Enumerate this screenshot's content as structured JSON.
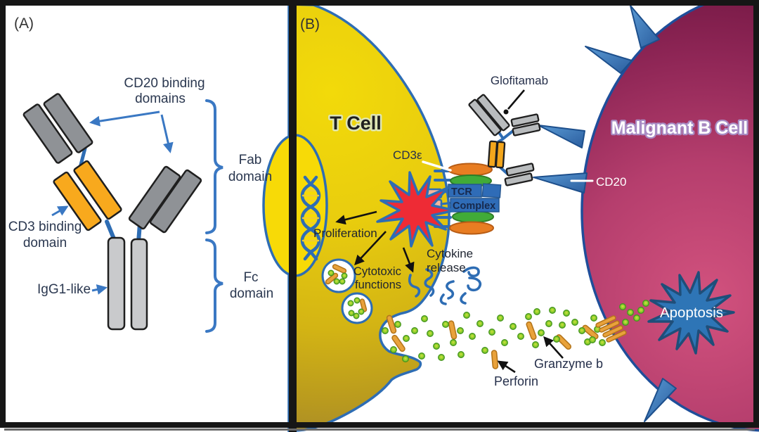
{
  "panel_a": {
    "tag": "(A)",
    "cd20_binding_1": "CD20 binding",
    "cd20_binding_2": "domains",
    "cd3_binding_1": "CD3 binding",
    "cd3_binding_2": "domain",
    "igg1": "IgG1-like",
    "fab_1": "Fab",
    "fab_2": "domain",
    "fc_1": "Fc",
    "fc_2": "domain"
  },
  "panel_b": {
    "tag": "(B)",
    "t_cell": "T Cell",
    "malignant_b_cell": "Malignant B Cell",
    "glofitamab": "Glofitamab",
    "cd3e": "CD3ε",
    "tcr_1": "TCR",
    "tcr_2": "Complex",
    "cd20": "CD20",
    "proliferation": "Proliferation",
    "cytotoxic_1": "Cytotoxic",
    "cytotoxic_2": "functions",
    "cytokine_1": "Cytokine",
    "cytokine_2": "release",
    "perforin": "Perforin",
    "granzyme_b": "Granzyme b",
    "apoptosis": "Apoptosis"
  },
  "colors": {
    "membrane_blue": "#2e6db4",
    "t_cell_yellow": "#e9cd0e",
    "nucleus_yellow": "#f7da07",
    "b_cell_magenta": "#b53e6d",
    "spike_blue": "#3b82c4",
    "antibody_gray": "#9a9da0",
    "cd3_orange": "#f5a71c",
    "fc_gray": "#c9cacc",
    "activation_red": "#ee2b35",
    "receptor_orange": "#e87d22",
    "receptor_green": "#41ab38",
    "itam_salmon": "#f4b69c",
    "perforin_orange": "#e9a23b",
    "granzyme_green": "#7cc62c",
    "apoptosis_blue": "#2e75b6"
  }
}
